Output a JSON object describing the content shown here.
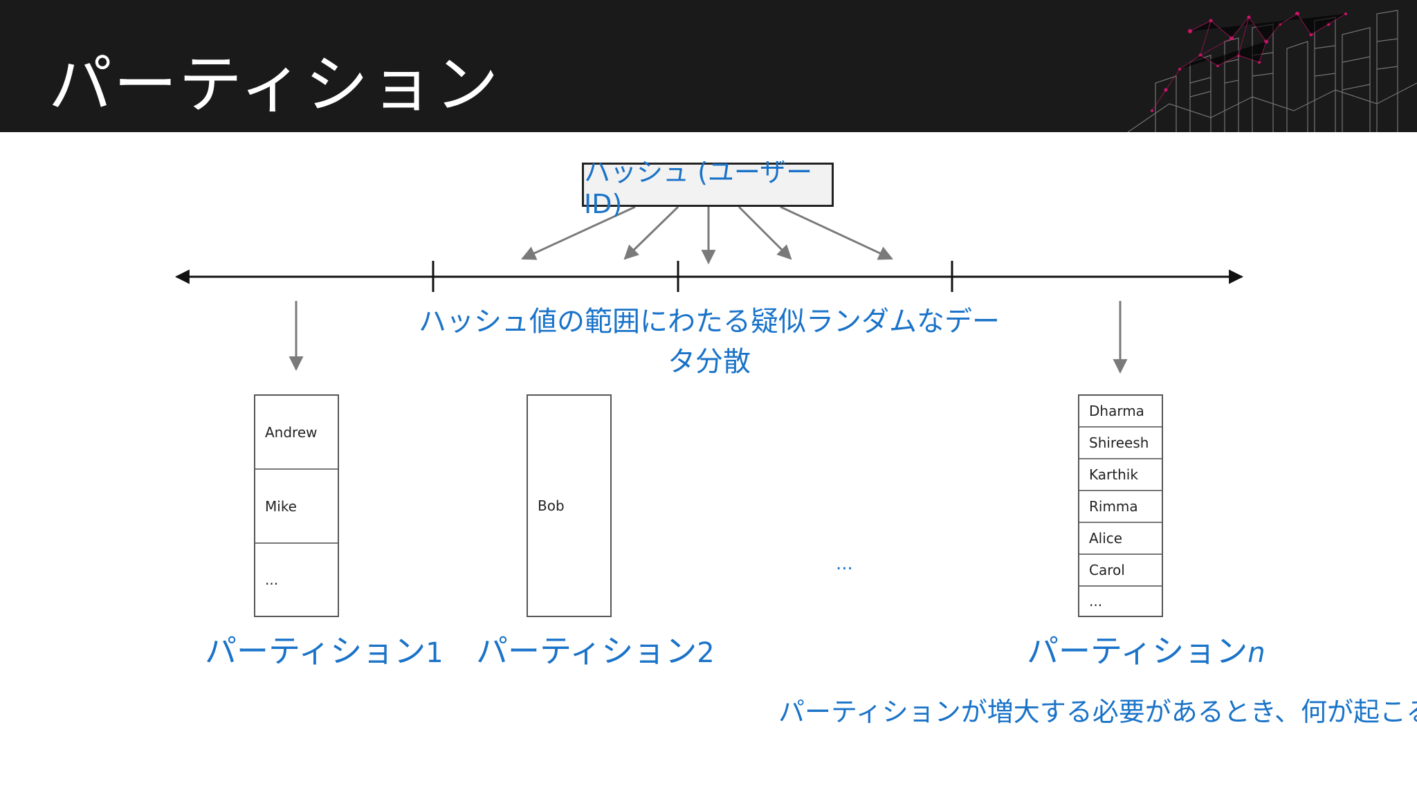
{
  "slide": {
    "title": "パーティション"
  },
  "hash_box": {
    "label": "ハッシュ (ユーザー ID)"
  },
  "range_label": "ハッシュ値の範囲にわたる疑似ランダムなデータ分散",
  "partitions": [
    {
      "label_main": "パーティション",
      "label_suffix": "1",
      "cells": [
        "Andrew",
        "Mike",
        "..."
      ]
    },
    {
      "label_main": "パーティション",
      "label_suffix": "2",
      "cells": [
        "Bob"
      ]
    },
    {
      "label_main": "パーティション",
      "label_suffix": "n",
      "cells": [
        "Dharma",
        "Shireesh",
        "Karthik",
        "Rimma",
        "Alice",
        "Carol",
        "..."
      ]
    }
  ],
  "middle_ellipsis": "...",
  "question": "パーティションが増大する必要があるとき、何が起こるか?",
  "colors": {
    "header_bg": "#1a1a1a",
    "accent_blue": "#1a73c8",
    "arrow_gray": "#7a7a7a",
    "deco_magenta": "#d0156b"
  }
}
